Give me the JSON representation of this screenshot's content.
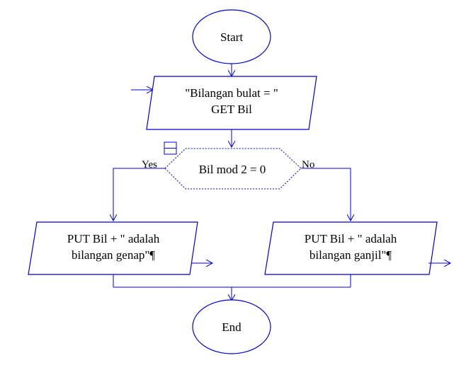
{
  "colors": {
    "stroke": "#0000cc",
    "text": "#000000",
    "background": "#ffffff"
  },
  "flowchart": {
    "start": {
      "label": "Start"
    },
    "input": {
      "line1": "\"Bilangan bulat = \"",
      "line2": "GET Bil"
    },
    "decision": {
      "label": "Bil mod 2 = 0",
      "yes_label": "Yes",
      "no_label": "No"
    },
    "output_yes": {
      "line1": "PUT Bil  +  \" adalah",
      "line2": "bilangan genap\"¶"
    },
    "output_no": {
      "line1": "PUT Bil  +  \" adalah",
      "line2": "bilangan ganjil\"¶"
    },
    "end": {
      "label": "End"
    }
  }
}
